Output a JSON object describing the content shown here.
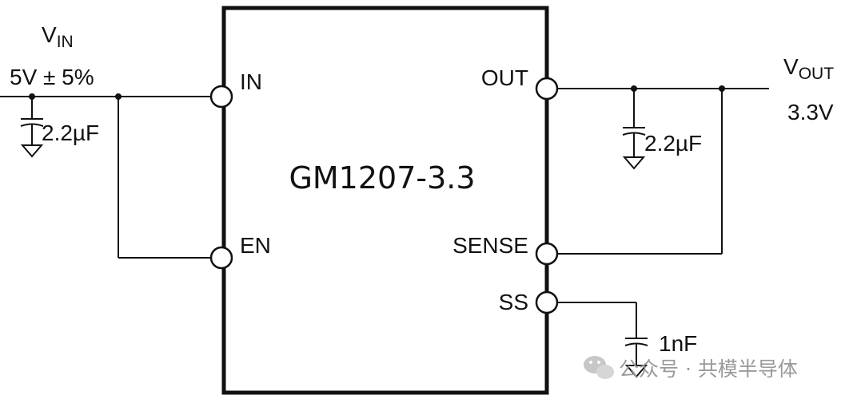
{
  "chip": {
    "name": "GM1207-3.3",
    "pins": {
      "in": "IN",
      "en": "EN",
      "out": "OUT",
      "sense": "SENSE",
      "ss": "SS"
    }
  },
  "input": {
    "label_main": "V",
    "label_sub": "IN",
    "spec": "5V ± 5%",
    "cap": "2.2µF"
  },
  "output": {
    "label_main": "V",
    "label_sub": "OUT",
    "spec": "3.3V",
    "cap": "2.2µF"
  },
  "soft_start": {
    "cap": "1nF"
  },
  "watermark": {
    "text": "公众号 · 共模半导体",
    "icon": "wechat-icon"
  },
  "colors": {
    "ink": "#111111",
    "watermark": "#9a9a9a"
  }
}
